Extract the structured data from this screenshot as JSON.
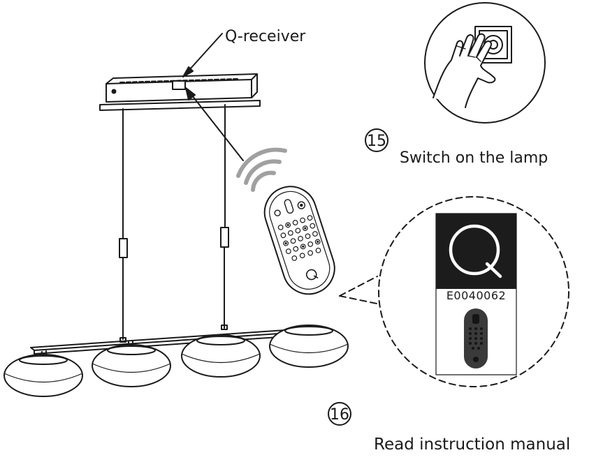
{
  "labels": {
    "q_receiver": "Q-receiver",
    "switch_on": "Switch on the lamp",
    "read_manual": "Read instruction manual",
    "product_code": "E0040062"
  },
  "steps": {
    "step_15": "15",
    "step_16": "16"
  },
  "colors": {
    "line": "#1a1a1a",
    "signal": "#a0a0a0",
    "logo_bg": "#1c1c1c",
    "remote_dark": "#3a3a3a"
  }
}
